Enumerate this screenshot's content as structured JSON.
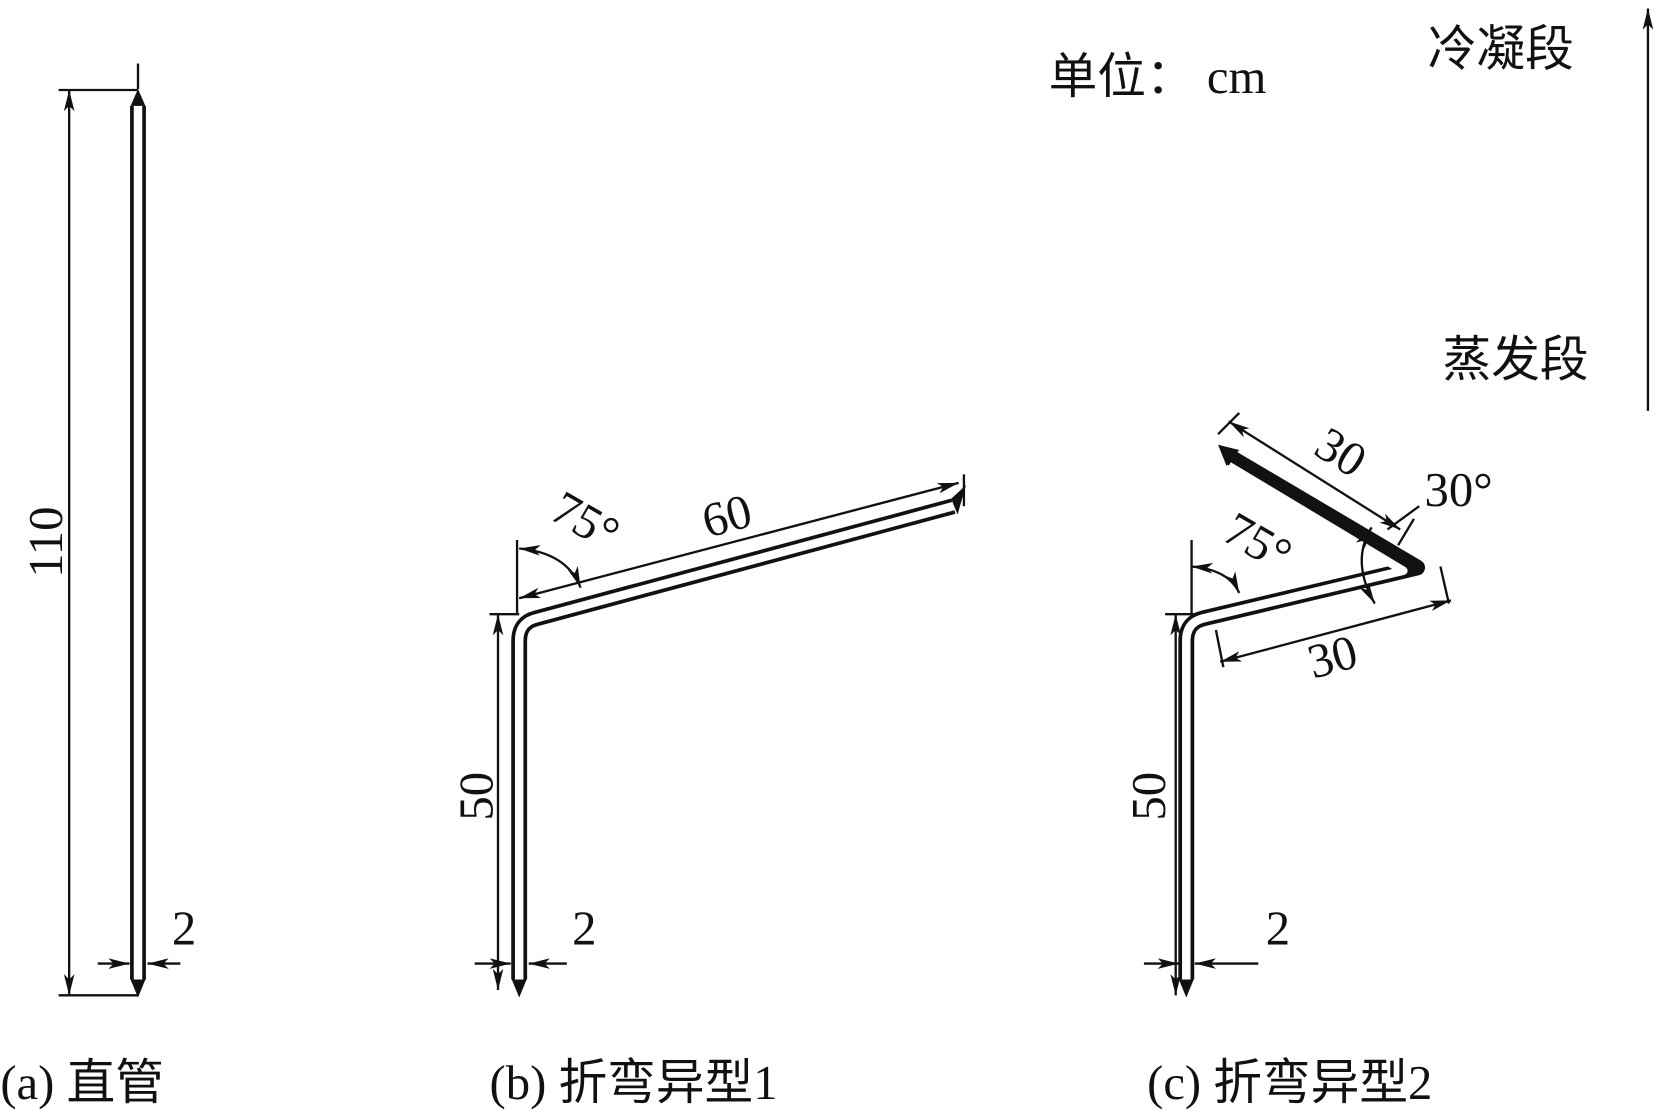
{
  "unit_label": "单位： cm",
  "flow": {
    "top": "冷凝段",
    "bottom": "蒸发段"
  },
  "panels": [
    {
      "caption": "(a) 直管",
      "length": "110",
      "diameter": "2"
    },
    {
      "caption": "(b) 折弯异型1",
      "vertical": "50",
      "inclined": "60",
      "angle": "75°",
      "diameter": "2"
    },
    {
      "caption": "(c) 折弯异型2",
      "vertical": "50",
      "segment1": "30",
      "segment2": "30",
      "angle1": "75°",
      "angle2": "30°",
      "diameter": "2"
    }
  ]
}
